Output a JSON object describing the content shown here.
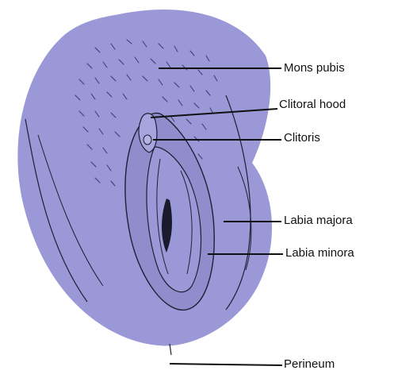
{
  "labels": {
    "mons_pubis": "Mons pubis",
    "clitoral_hood": "Clitoral hood",
    "clitoris": "Clitoris",
    "labia_majora": "Labia majora",
    "labia_minora": "Labia minora",
    "perineum": "Perineum"
  },
  "colors": {
    "fill": "#9a98d6",
    "inner_fill": "#8f8dcc",
    "dark": "#3a3a6a",
    "outline": "#1f1f35",
    "leader": "#111111"
  }
}
